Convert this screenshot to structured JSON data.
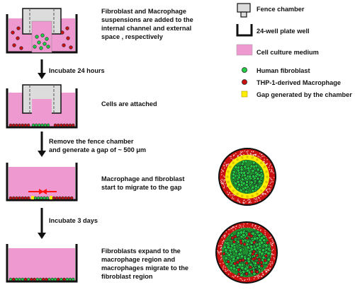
{
  "steps": {
    "s1": [
      "Fibroblast and  Macrophage",
      "suspensions are added to the",
      "internal channel and external",
      "space , respectively"
    ],
    "a1": "Incubate 24 hours",
    "s2": "Cells are attached",
    "a2": [
      "Remove the fence chamber",
      "and generate a gap of ~ 500 μm"
    ],
    "s3": [
      "Macrophage and fibroblast",
      "start to migrate to the gap"
    ],
    "a3": "Incubate 3 days",
    "s4": [
      "Fibroblasts expand to the",
      "macrophage region  and",
      "macrophages  migrate to the",
      "fibroblast region"
    ]
  },
  "legend": {
    "fence": "Fence chamber",
    "well": "24-well plate well",
    "medium": "Cell culture medium",
    "fibroblast": "Human fibroblast",
    "macrophage": "THP-1-derived Macrophage",
    "gap": "Gap generated by the chamber"
  },
  "colors": {
    "medium": "#ee9ad0",
    "fibroblast": "#22cc44",
    "macrophage": "#cc1111",
    "gap": "#ffee00",
    "chamber": "#dcdcdc"
  }
}
